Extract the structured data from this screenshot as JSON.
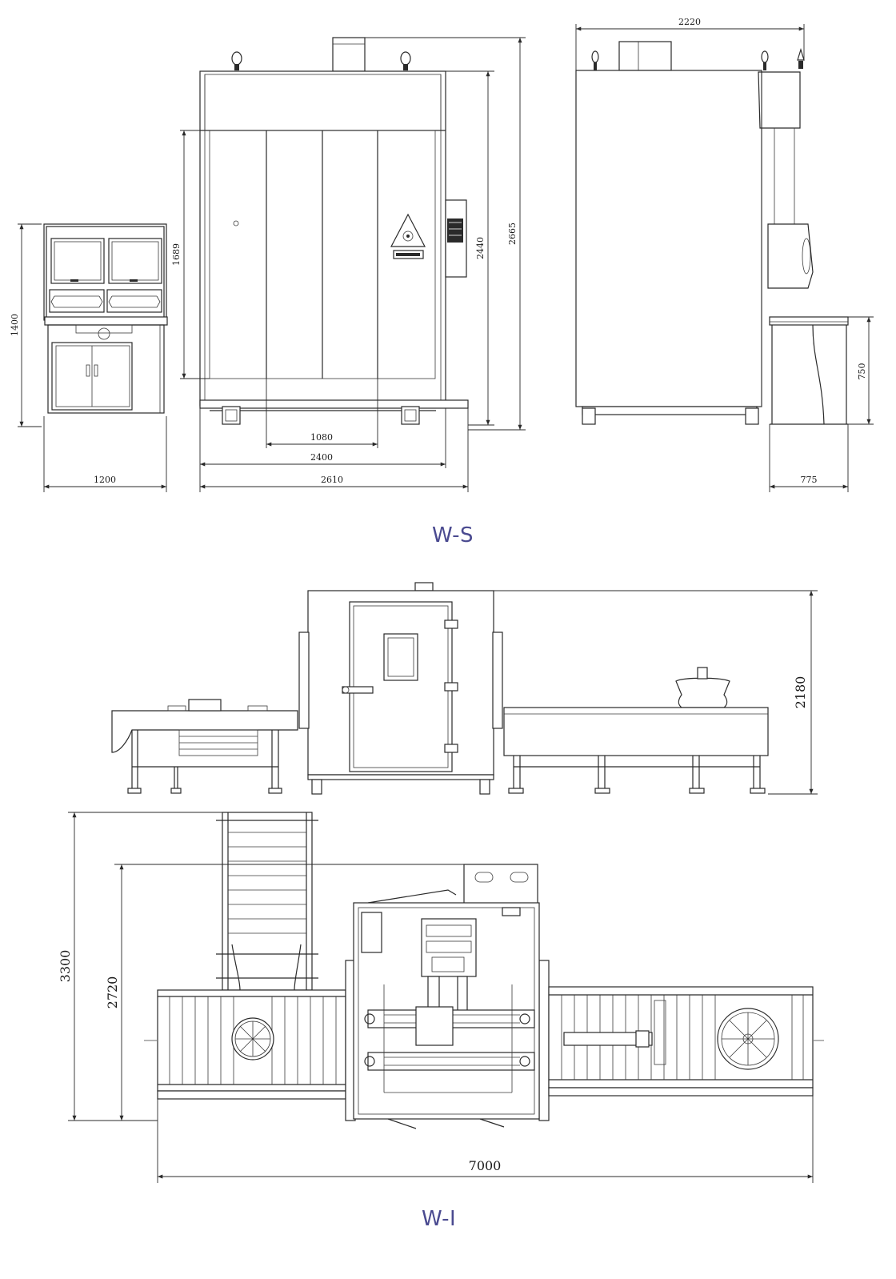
{
  "figure_ws": {
    "caption": "W-S",
    "control_cabinet": {
      "height_label": "1400",
      "width_label": "1200"
    },
    "main_unit_front": {
      "door_height_label": "1689",
      "body_height_label": "2440",
      "total_height_label": "2665",
      "inner_label_1": "1080",
      "inner_label_2": "2400",
      "total_width_label": "2610"
    },
    "main_unit_side": {
      "total_depth_label": "2220",
      "table_height_label": "750",
      "table_depth_label": "775"
    }
  },
  "figure_wi": {
    "caption": "W-I",
    "elevation": {
      "height_label": "2180"
    },
    "plan": {
      "total_depth_label": "3300",
      "main_depth_label": "2720",
      "total_length_label": "7000"
    }
  },
  "colors": {
    "caption": "#4a4a90",
    "line": "#2a2a2a"
  }
}
